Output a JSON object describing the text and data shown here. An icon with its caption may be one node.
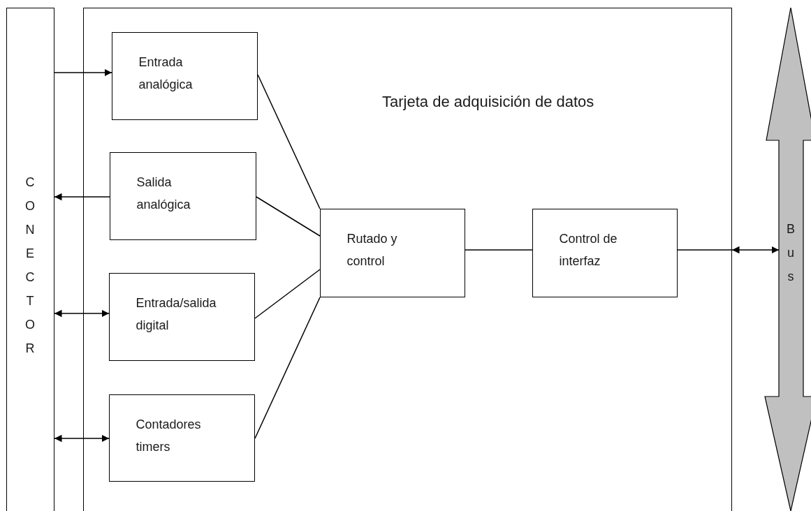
{
  "diagram": {
    "nodes": [
      {
        "text": [
          "CONECTOR"
        ]
      },
      {
        "text": [
          "Tarjeta de adquisición de datos"
        ]
      },
      {
        "text": [
          "Entrada analógica"
        ],
        "in": 1
      },
      {
        "text": [
          "Salida analógica"
        ],
        "in": 1
      },
      {
        "text": [
          "Entrada/salida digital"
        ],
        "in": 1
      },
      {
        "text": [
          "Contadores timers"
        ],
        "in": 1
      },
      {
        "text": [
          "Rutado y control"
        ],
        "in": 1
      },
      {
        "text": [
          "Control de interfaz"
        ],
        "in": 1
      },
      {
        "text": [
          "Bus"
        ]
      }
    ],
    "edges": [
      {
        "from": 0,
        "to": 2,
        "arrow": "to"
      },
      {
        "from": 3,
        "to": 0,
        "arrow": "to"
      },
      {
        "from": 0,
        "to": 4,
        "arrow": "both"
      },
      {
        "from": 0,
        "to": 5,
        "arrow": "both"
      },
      {
        "from": 2,
        "to": 6,
        "arrow": "none"
      },
      {
        "from": 3,
        "to": 6,
        "arrow": "none"
      },
      {
        "from": 4,
        "to": 6,
        "arrow": "none"
      },
      {
        "from": 5,
        "to": 6,
        "arrow": "none"
      },
      {
        "from": 6,
        "to": 7,
        "arrow": "none"
      },
      {
        "from": 7,
        "to": 1,
        "arrow": "none"
      },
      {
        "from": 1,
        "to": 8,
        "arrow": "both"
      }
    ]
  }
}
